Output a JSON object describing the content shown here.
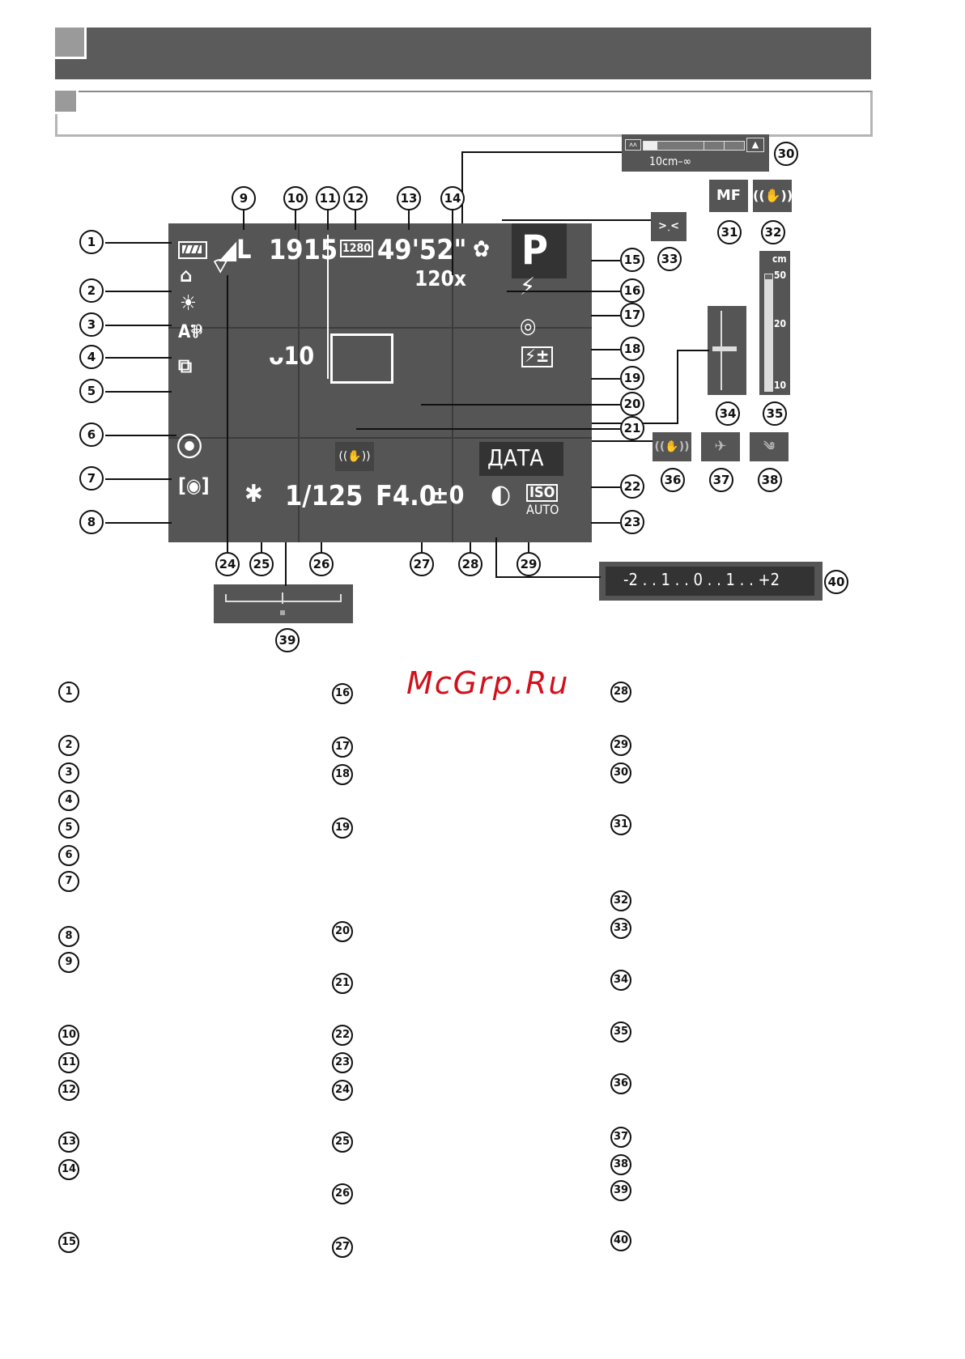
{
  "lcd": {
    "image_quality": "L",
    "shots_remaining": "1915",
    "movie_quality": "1280",
    "movie_time": "49'52\"",
    "zoom": "120x",
    "mode": "P",
    "self_timer": "10",
    "date_stamp": "ДАТА",
    "iso_top": "ISO",
    "iso_bottom": "AUTO",
    "shutter": "1/125",
    "aperture": "F4.0",
    "exposure": "±0",
    "focus_range": "10cm–∞",
    "mf": "MF",
    "distance_unit": "cm",
    "distance_50": "50",
    "distance_20": "20",
    "distance_10": "10",
    "exposure_scale": "-2 . . 1 . . 0 . . 1 . . +2"
  },
  "callouts": [
    "1",
    "2",
    "3",
    "4",
    "5",
    "6",
    "7",
    "8",
    "9",
    "10",
    "11",
    "12",
    "13",
    "14",
    "15",
    "16",
    "17",
    "18",
    "19",
    "20",
    "21",
    "22",
    "23",
    "24",
    "25",
    "26",
    "27",
    "28",
    "29",
    "30",
    "31",
    "32",
    "33",
    "34",
    "35",
    "36",
    "37",
    "38",
    "39",
    "40"
  ],
  "watermark": "McGrp.Ru",
  "list_col1": [
    "1",
    "2",
    "3",
    "4",
    "5",
    "6",
    "7",
    "8",
    "9",
    "10",
    "11",
    "12",
    "13",
    "14",
    "15"
  ],
  "list_col2": [
    "16",
    "17",
    "18",
    "19",
    "20",
    "21",
    "22",
    "23",
    "24",
    "25",
    "26",
    "27"
  ],
  "list_col3": [
    "28",
    "29",
    "30",
    "31",
    "32",
    "33",
    "34",
    "35",
    "36",
    "37",
    "38",
    "39",
    "40"
  ]
}
